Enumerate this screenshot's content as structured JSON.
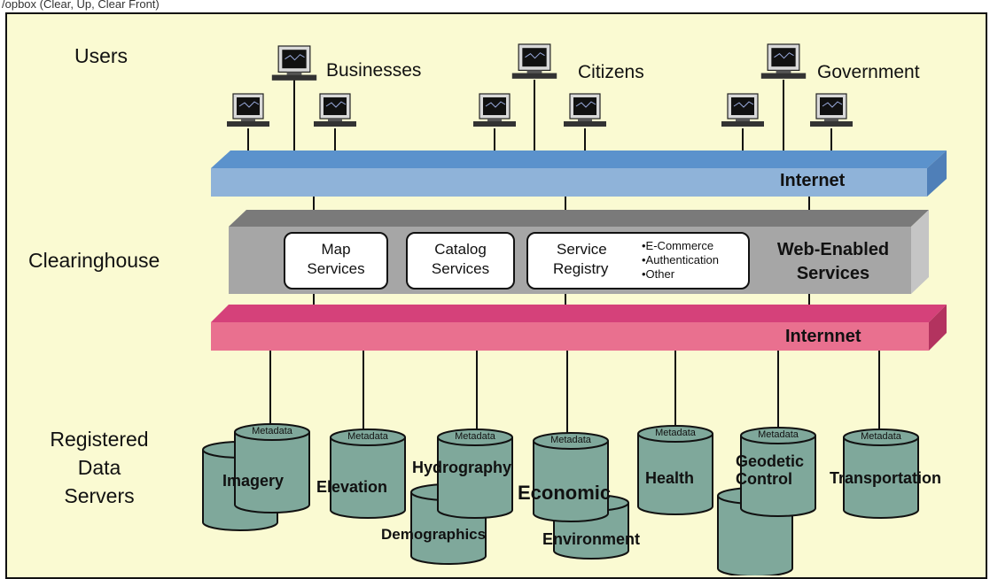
{
  "caption": "/opbox (Clear, Up, Clear Front)",
  "layers": {
    "users": "Users",
    "clearinghouse": "Clearinghouse",
    "servers": "Registered Data Servers",
    "servers_lines": [
      "Registered",
      "Data",
      "Servers"
    ]
  },
  "user_groups": [
    "Businesses",
    "Citizens",
    "Government"
  ],
  "network_top": "Internet",
  "network_bottom": "Internnet",
  "services": {
    "map": [
      "Map",
      "Services"
    ],
    "catalog": [
      "Catalog",
      "Services"
    ],
    "registry": [
      "Service",
      "Registry"
    ],
    "registry_bullets": [
      "•E-Commerce",
      "•Authentication",
      "•Other"
    ],
    "web_enabled": [
      "Web-Enabled",
      "Services"
    ]
  },
  "metadata_label": "Metadata",
  "data_servers": [
    "Imagery",
    "Elevation",
    "Hydrography",
    "Demographics",
    "Economic",
    "Environment",
    "Health",
    "Geodetic Control",
    "Transportation"
  ],
  "colors": {
    "background": "#fafad2",
    "internet_bar": "#8fb3d9",
    "internet_bar_top": "#5b92cc",
    "internnet_bar": "#e9708f",
    "internnet_bar_top": "#d5417a",
    "clearinghouse_bar": "#a6a6a6",
    "cylinder": "#7fa89b"
  }
}
